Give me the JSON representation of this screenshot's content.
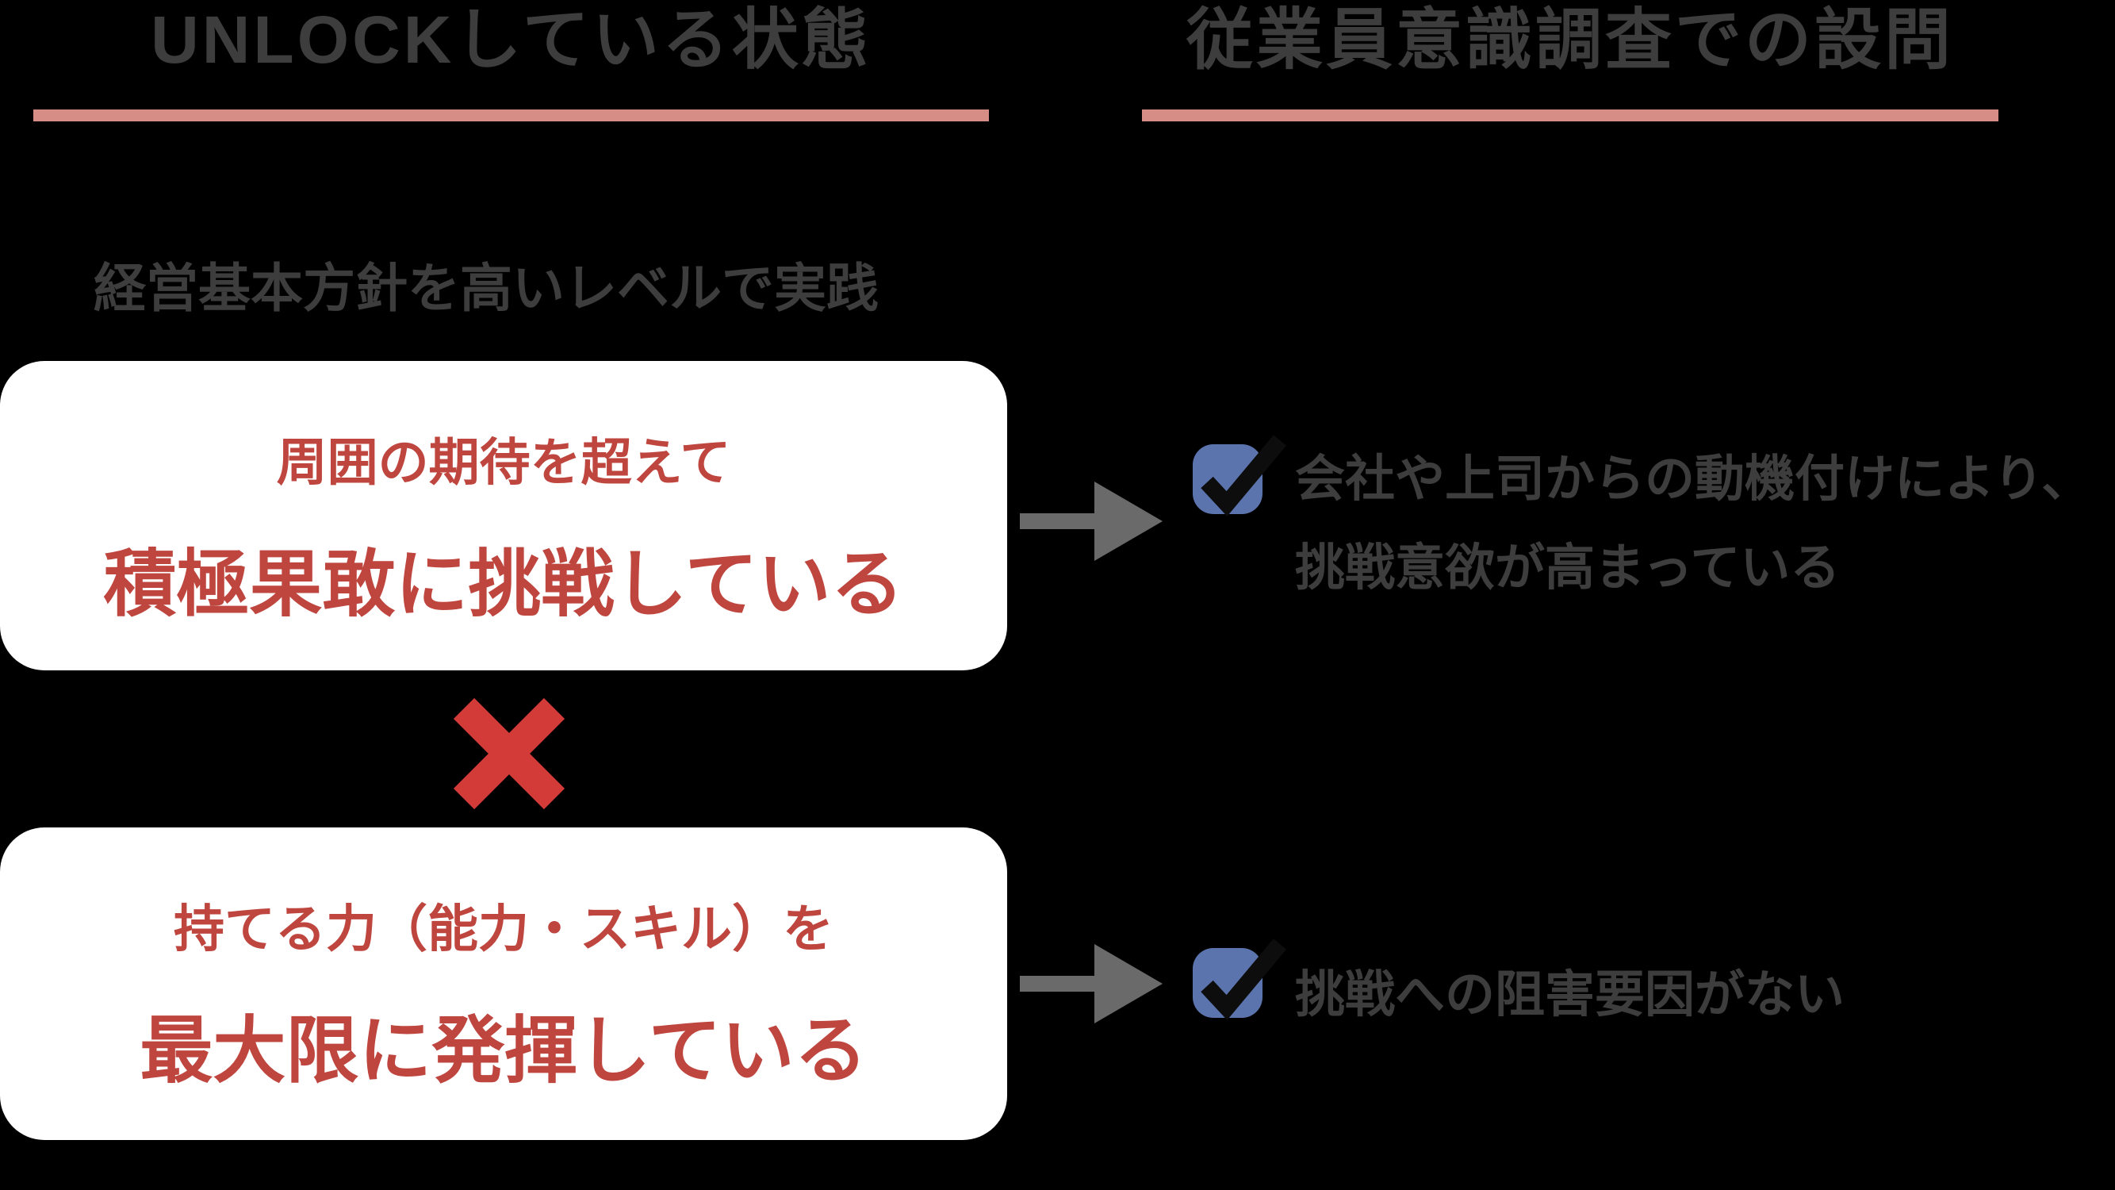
{
  "colors": {
    "background": "#000000",
    "heading_text": "#3d3d3d",
    "underline_bar": "#d68d85",
    "card_background": "#ffffff",
    "card_text": "#bf463f",
    "cross": "#d23b38",
    "arrow": "#6a6a6a",
    "checkbox_blue": "#5b74ae",
    "checkmark": "#0d0d0d",
    "body_text": "#3d3d3d"
  },
  "headers": {
    "left_title": "UNLOCKしている状態",
    "right_title": "従業員意識調査での設問"
  },
  "left_column": {
    "subtitle": "経営基本方針を高いレベルで実践",
    "operator": "×",
    "boxes": [
      {
        "line1": "周囲の期待を超えて",
        "line2": "積極果敢に挑戦している"
      },
      {
        "line1": "持てる力（能力・スキル）を",
        "line2": "最大限に発揮している"
      }
    ]
  },
  "right_column": {
    "items": [
      {
        "icon": "checkbox-checked",
        "line1": "会社や上司からの動機付けにより、",
        "line2": "挑戦意欲が高まっている"
      },
      {
        "icon": "checkbox-checked",
        "line1": "挑戦への阻害要因がない"
      }
    ]
  }
}
